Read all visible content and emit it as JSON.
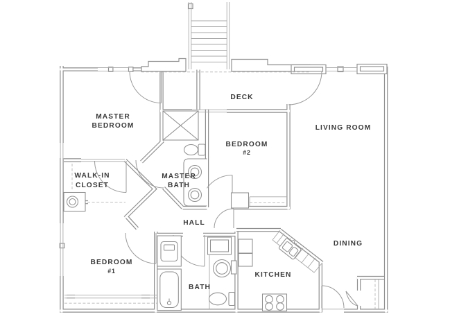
{
  "figure": {
    "type": "apartment-floor-plan"
  },
  "colors": {
    "wall": "#8e8e8e",
    "thin_line": "#a9a9a9",
    "dashed_line": "#b5b5b5",
    "arc": "#9a9a9a",
    "fixture": "#8f8f8f",
    "text": "#3a3a3a",
    "background": "#ffffff"
  },
  "rooms": {
    "deck": {
      "label": "DECK"
    },
    "master_bedroom": {
      "line1": "MASTER",
      "line2": "BEDROOM"
    },
    "living_room": {
      "label": "LIVING ROOM"
    },
    "bedroom_2": {
      "line1": "BEDROOM",
      "line2": "#2"
    },
    "master_bath": {
      "line1": "MASTER",
      "line2": "BATH"
    },
    "walk_in_closet": {
      "line1": "WALK-IN",
      "line2": "CLOSET"
    },
    "hall": {
      "label": "HALL"
    },
    "bedroom_1": {
      "line1": "BEDROOM",
      "line2": "#1"
    },
    "bath": {
      "label": "BATH"
    },
    "kitchen": {
      "label": "KITCHEN"
    },
    "dining": {
      "label": "DINING"
    }
  },
  "fixtures": [
    "stairs",
    "deck-railing",
    "shower",
    "master-toilet",
    "double-sink-vanity",
    "walk-in-closet-washer",
    "closet-rod",
    "bathroom-vanity-sink",
    "bathtub",
    "linen-cabinet",
    "washer",
    "toilet",
    "pantry-shelves",
    "kitchen-corner-sink",
    "stove",
    "bedroom2-closet",
    "entry-closet",
    "windows",
    "door-swings"
  ]
}
